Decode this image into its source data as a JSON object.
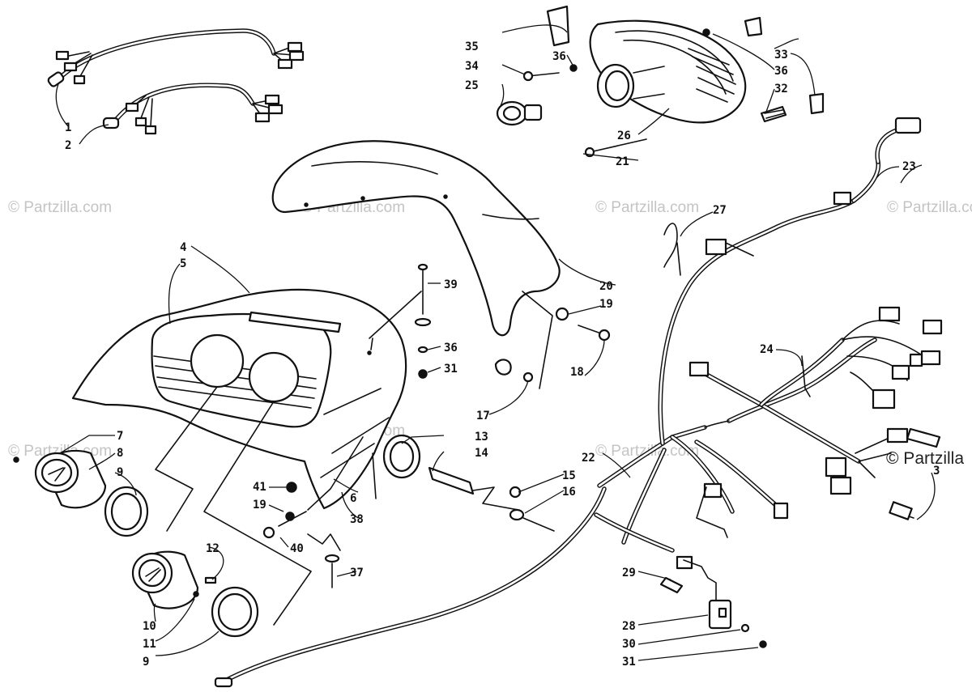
{
  "watermark": {
    "text": "© Partzilla.com",
    "edge_text": "© Partzilla"
  },
  "callouts": {
    "n1": "1",
    "n2": "2",
    "n3": "3",
    "n4": "4",
    "n5": "5",
    "n6": "6",
    "n7": "7",
    "n8": "8",
    "n9a": "9",
    "n9b": "9",
    "n10": "10",
    "n11": "11",
    "n12": "12",
    "n13": "13",
    "n14": "14",
    "n15": "15",
    "n16": "16",
    "n17": "17",
    "n18": "18",
    "n19a": "19",
    "n19b": "19",
    "n20": "20",
    "n21": "21",
    "n22": "22",
    "n23": "23",
    "n24": "24",
    "n25": "25",
    "n26": "26",
    "n27": "27",
    "n28": "28",
    "n29": "29",
    "n30": "30",
    "n31a": "31",
    "n31b": "31",
    "n32": "32",
    "n33": "33",
    "n34": "34",
    "n35": "35",
    "n36a": "36",
    "n36b": "36",
    "n36c": "36",
    "n37": "37",
    "n38": "38",
    "n39": "39",
    "n40": "40",
    "n41": "41"
  }
}
